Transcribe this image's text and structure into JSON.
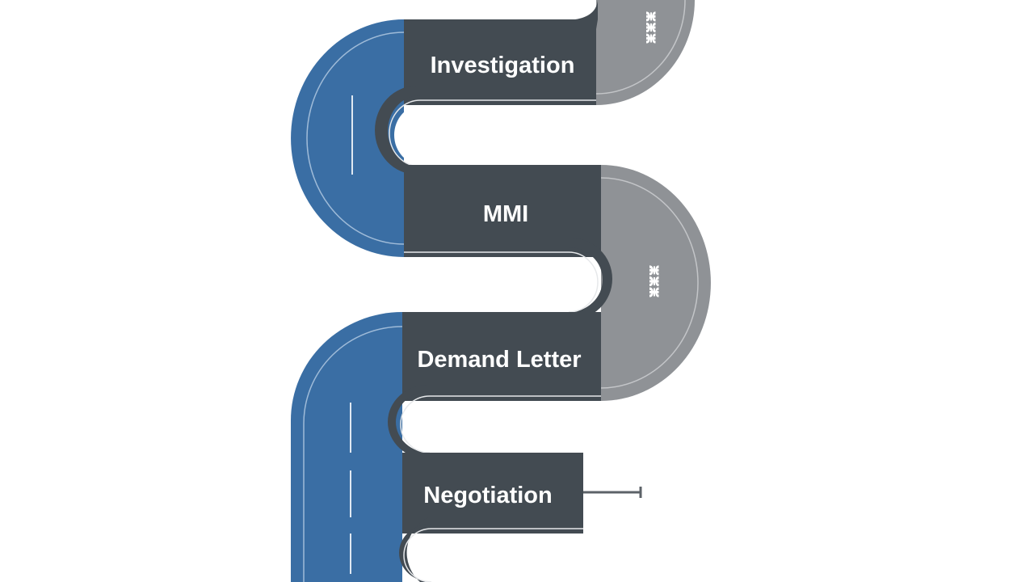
{
  "stages": [
    {
      "label": "Investigation"
    },
    {
      "label": "MMI"
    },
    {
      "label": "Demand Letter"
    },
    {
      "label": "Negotiation"
    }
  ],
  "side_labels": [
    {
      "label": "ⵥⵥⵥ"
    },
    {
      "label": "ⵥⵥⵥ"
    }
  ],
  "colors": {
    "background": "#ffffff",
    "dark_segment": "#434b52",
    "blue_curve": "#3a6ea4",
    "gray_curve": "#8f9296",
    "outline": "#e6e8ea",
    "connector": "#5c6268"
  }
}
